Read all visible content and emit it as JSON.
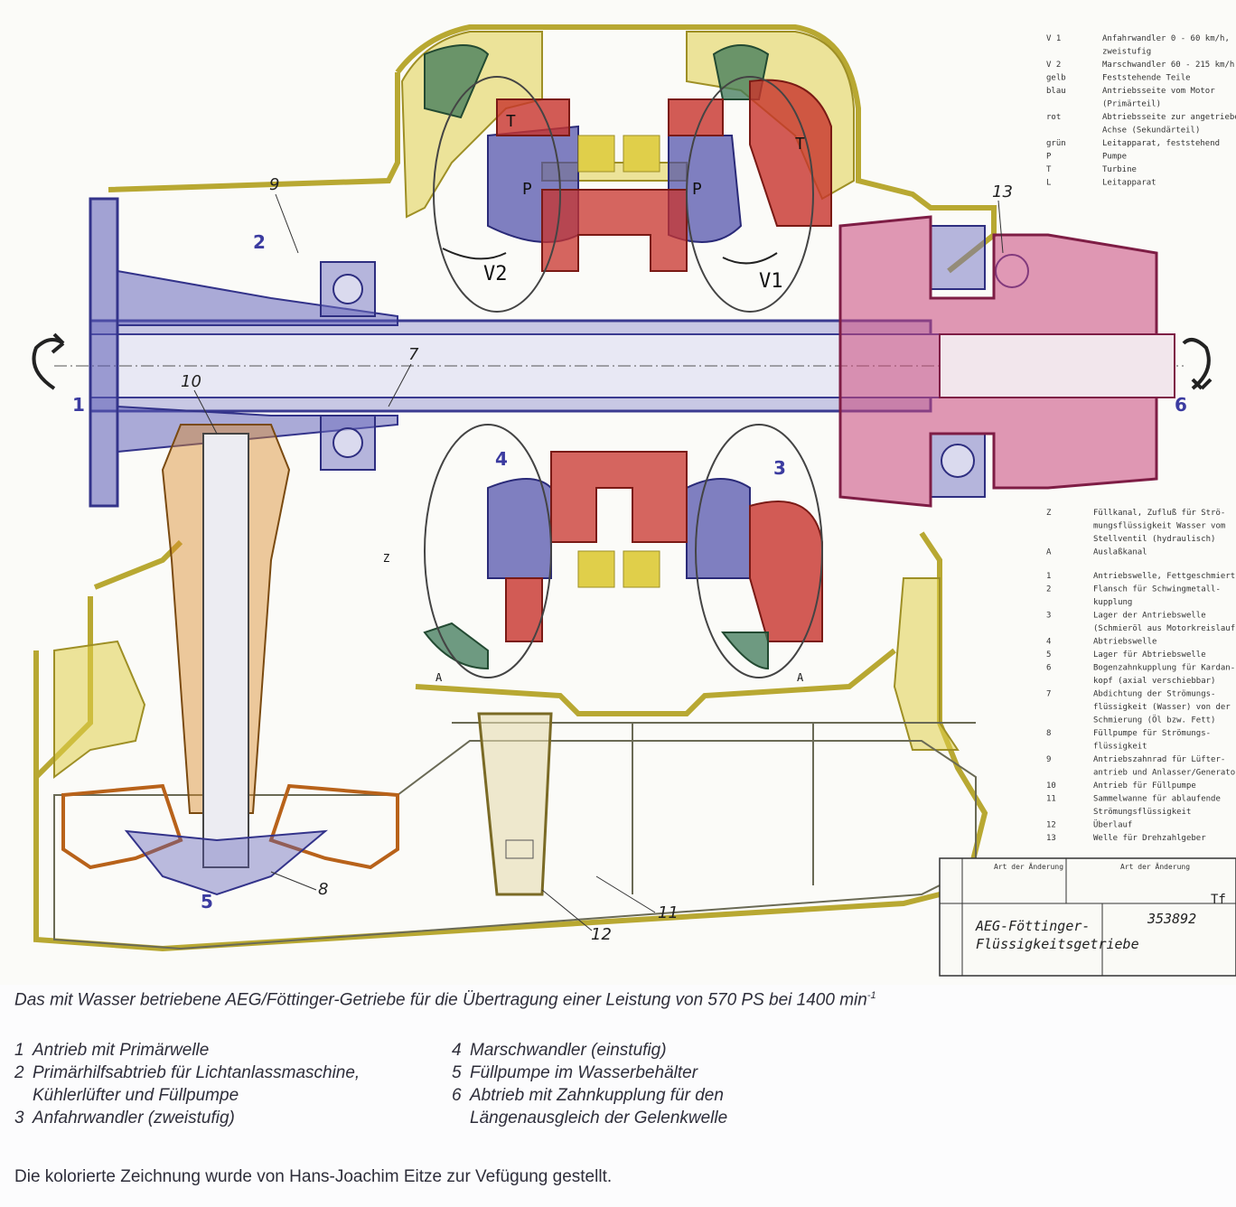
{
  "callouts": [
    "1",
    "2",
    "3",
    "4",
    "5",
    "6"
  ],
  "hand_numbers": [
    "9",
    "13",
    "10",
    "7",
    "8",
    "12",
    "11"
  ],
  "rotor_labels": {
    "v2": "V2",
    "v1": "V1",
    "p": "P",
    "t": "T",
    "a": "A",
    "z": "Z"
  },
  "legend_top": [
    {
      "key": "V 1",
      "val": "Anfahrwandler  0 - 60 km/h,"
    },
    {
      "key": "",
      "val": "zweistufig"
    },
    {
      "key": "V 2",
      "val": "Marschwandler  60 - 215 km/h"
    },
    {
      "key": "gelb",
      "val": "Feststehende Teile"
    },
    {
      "key": "blau",
      "val": "Antriebsseite vom Motor"
    },
    {
      "key": "",
      "val": "(Primärteil)"
    },
    {
      "key": "rot",
      "val": "Abtriebsseite zur angetriebenen"
    },
    {
      "key": "",
      "val": "Achse (Sekundärteil)"
    },
    {
      "key": "grün",
      "val": "Leitapparat, feststehend"
    },
    {
      "key": "P",
      "val": "Pumpe"
    },
    {
      "key": "T",
      "val": "Turbine"
    },
    {
      "key": "L",
      "val": "Leitapparat"
    }
  ],
  "legend_mid": [
    {
      "key": "Z",
      "val": "Füllkanal, Zufluß für Strö-"
    },
    {
      "key": "",
      "val": "mungsflüssigkeit Wasser vom"
    },
    {
      "key": "",
      "val": "Stellventil (hydraulisch)"
    },
    {
      "key": "A",
      "val": "Auslaßkanal"
    }
  ],
  "legend_parts": [
    {
      "key": "1",
      "val": "Antriebswelle, Fettgeschmiert"
    },
    {
      "key": "2",
      "val": "Flansch für Schwingmetall-"
    },
    {
      "key": "",
      "val": "kupplung"
    },
    {
      "key": "3",
      "val": "Lager der Antriebswelle"
    },
    {
      "key": "",
      "val": "(Schmieröl aus Motorkreislauf)"
    },
    {
      "key": "4",
      "val": "Abtriebswelle"
    },
    {
      "key": "5",
      "val": "Lager für Abtriebswelle"
    },
    {
      "key": "6",
      "val": "Bogenzahnkupplung für Kardan-"
    },
    {
      "key": "",
      "val": "kopf (axial verschiebbar)"
    },
    {
      "key": "7",
      "val": "Abdichtung der Strömungs-"
    },
    {
      "key": "",
      "val": "flüssigkeit (Wasser) von der"
    },
    {
      "key": "",
      "val": "Schmierung (Öl bzw. Fett)"
    },
    {
      "key": "8",
      "val": "Füllpumpe für Strömungs-"
    },
    {
      "key": "",
      "val": "flüssigkeit"
    },
    {
      "key": "9",
      "val": "Antriebszahnrad für Lüfter-"
    },
    {
      "key": "",
      "val": "antrieb und Anlasser/Generator"
    },
    {
      "key": "10",
      "val": "Antrieb für Füllpumpe"
    },
    {
      "key": "11",
      "val": "Sammelwanne für ablaufende"
    },
    {
      "key": "",
      "val": "Strömungsflüssigkeit"
    },
    {
      "key": "12",
      "val": "Überlauf"
    },
    {
      "key": "13",
      "val": "Welle für Drehzahlgeber"
    }
  ],
  "title_block": {
    "name_line1": "AEG-Föttinger-",
    "name_line2": "Flüssigkeitsgetriebe",
    "drawing_no": "353892",
    "code": "Tf",
    "rev_header": "Art der Änderung"
  },
  "caption": {
    "title_main": "Das mit Wasser betriebene AEG/Föttinger-Getriebe für die Übertragung einer Leistung von 570 PS bei 1400 min",
    "title_sup": "-1",
    "left_items": [
      {
        "num": "1",
        "text": "Antrieb mit Primärwelle"
      },
      {
        "num": "2",
        "text": "Primärhilfsabtrieb für Lichtanlassmaschine, Kühlerlüfter und Füllpumpe"
      },
      {
        "num": "3",
        "text": "Anfahrwandler (zweistufig)"
      }
    ],
    "right_items": [
      {
        "num": "4",
        "text": "Marschwandler (einstufig)"
      },
      {
        "num": "5",
        "text": "Füllpumpe im Wasserbehälter"
      },
      {
        "num": "6",
        "text": "Abtrieb mit Zahnkupplung für den Längenausgleich der Gelenkwelle"
      }
    ],
    "credit": "Die kolorierte Zeichnung wurde von Hans-Joachim Eitze zur Vefügung gestellt."
  },
  "colors": {
    "yellow_casing": "#c9b83a",
    "blue_primary": "#4a4aa8",
    "red_secondary": "#c8332c",
    "magenta_output": "#c8457a",
    "green_guide": "#3f7a5a",
    "orange_pump": "#d98a2a"
  }
}
